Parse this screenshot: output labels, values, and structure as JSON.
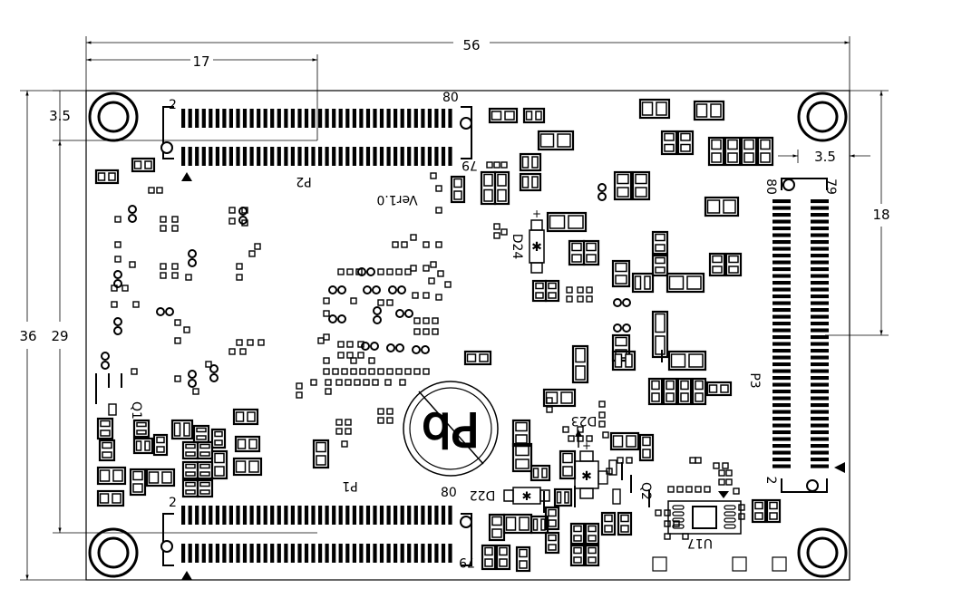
{
  "dimensions": {
    "width_total": "56",
    "offset_left": "17",
    "height_total": "36",
    "height_inner": "29",
    "margin_top": "3.5",
    "margin_right": "3.5",
    "height_p3": "18"
  },
  "connectors": {
    "p2": {
      "ref": "P2",
      "pin_first": "2",
      "pin_last": "80",
      "pin_end": "79"
    },
    "p1": {
      "ref": "P1",
      "pin_first": "2",
      "pin_last": "80",
      "pin_end": "79"
    },
    "p3": {
      "ref": "P3",
      "pin_first": "2",
      "pin_last": "80",
      "pin_end": "79"
    }
  },
  "labels": {
    "version": "Ver1.0",
    "d24": "D24",
    "d23": "D23",
    "d22": "D22",
    "q1": "Q1",
    "q2": "Q2",
    "u17": "U17",
    "pb": "Pb"
  },
  "colors": {
    "ink": "#000000",
    "background": "#ffffff"
  }
}
